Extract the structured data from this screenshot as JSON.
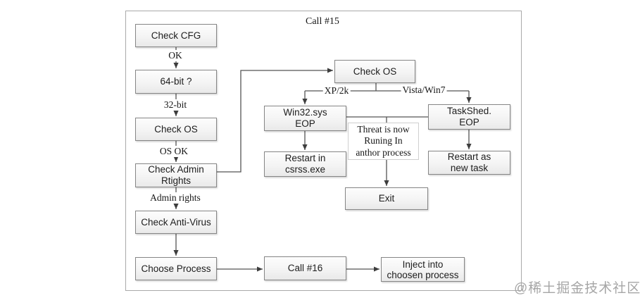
{
  "diagram": {
    "title": "Call #15",
    "watermark": "@稀土掘金技术社区",
    "nodes": {
      "check_cfg": {
        "lines": [
          "Check CFG"
        ]
      },
      "bit_64": {
        "lines": [
          "64-bit ?"
        ]
      },
      "check_os_left": {
        "lines": [
          "Check OS"
        ]
      },
      "check_admin": {
        "lines": [
          "Check Admin",
          "Rtights"
        ]
      },
      "check_antivirus": {
        "lines": [
          "Check Anti-Virus"
        ]
      },
      "choose_process": {
        "lines": [
          "Choose Process"
        ]
      },
      "check_os_right": {
        "lines": [
          "Check OS"
        ]
      },
      "win32_eop": {
        "lines": [
          "Win32.sys",
          "EOP"
        ]
      },
      "tasksched_eop": {
        "lines": [
          "TaskShed.",
          "EOP"
        ]
      },
      "restart_csrss": {
        "lines": [
          "Restart in",
          "csrss.exe"
        ]
      },
      "restart_task": {
        "lines": [
          "Restart as",
          "new task"
        ]
      },
      "exit": {
        "lines": [
          "Exit"
        ]
      },
      "call_16": {
        "lines": [
          "Call #16"
        ]
      },
      "inject": {
        "lines": [
          "Inject into",
          "choosen process"
        ]
      },
      "threat_note": {
        "lines": [
          "Threat is now",
          "Runing In",
          "anthor process"
        ]
      }
    },
    "edge_labels": {
      "ok": "OK",
      "bit32": "32-bit",
      "os_ok": "OS OK",
      "admin_rights": "Admin rights",
      "xp_2k": "XP/2k",
      "vista_win7": "Vista/Win7"
    },
    "colors": {
      "box_border": "#868686",
      "box_fill_top": "#fdfdfd",
      "box_fill_bottom": "#e9e9e9",
      "connector_line": "#555555",
      "arrowhead": "#3d3d3d",
      "frame_border": "#a9a9a9",
      "watermark": "#a6a6a6",
      "text": "#1d1d1d"
    }
  }
}
